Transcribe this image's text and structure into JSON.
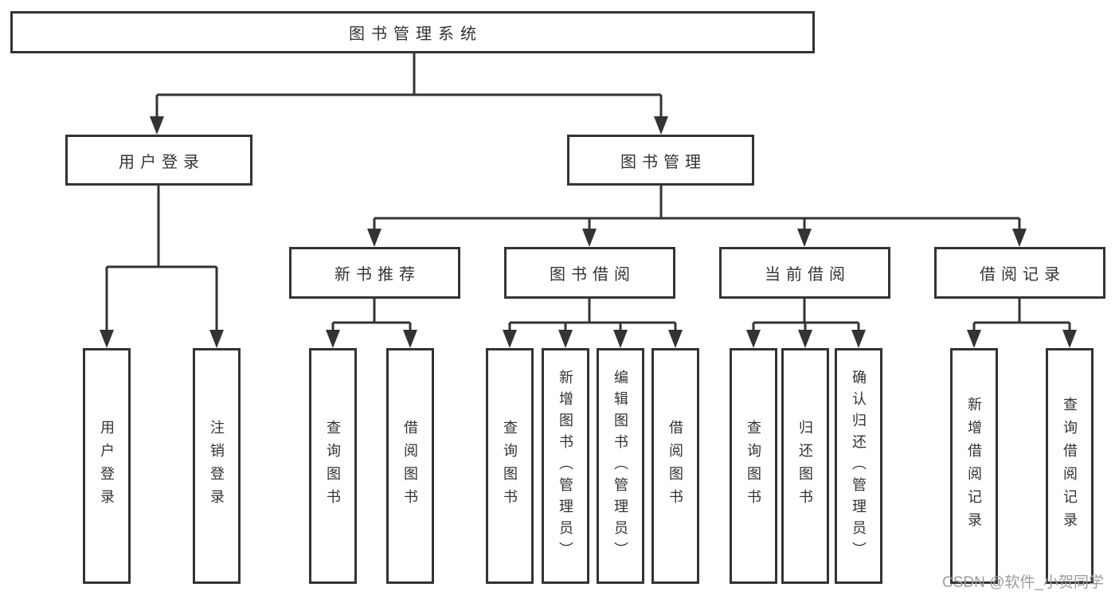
{
  "nodes": {
    "root": "图书管理系统",
    "user_login": "用户登录",
    "book_management": "图书管理",
    "new_book_recommend": "新书推荐",
    "book_borrow": "图书借阅",
    "current_borrow": "当前借阅",
    "borrow_record": "借阅记录"
  },
  "leaves": {
    "user_login": "用户登录",
    "logout": "注销登录",
    "recommend_query_book": "查询图书",
    "recommend_borrow_book": "借阅图书",
    "borrow_query_book": "查询图书",
    "borrow_add_book_admin": "新增图书（管理员）",
    "borrow_edit_book_admin": "编辑图书（管理员）",
    "borrow_borrow_book": "借阅图书",
    "current_query_book": "查询图书",
    "current_return_book": "归还图书",
    "current_confirm_return_admin": "确认归还（管理员）",
    "record_add": "新增借阅记录",
    "record_query": "查询借阅记录"
  },
  "watermark": "CSDN @软件_小贺同学",
  "colors": {
    "line": "#333333",
    "text": "#333333",
    "watermark": "#9b9b9b",
    "background": "#ffffff"
  }
}
